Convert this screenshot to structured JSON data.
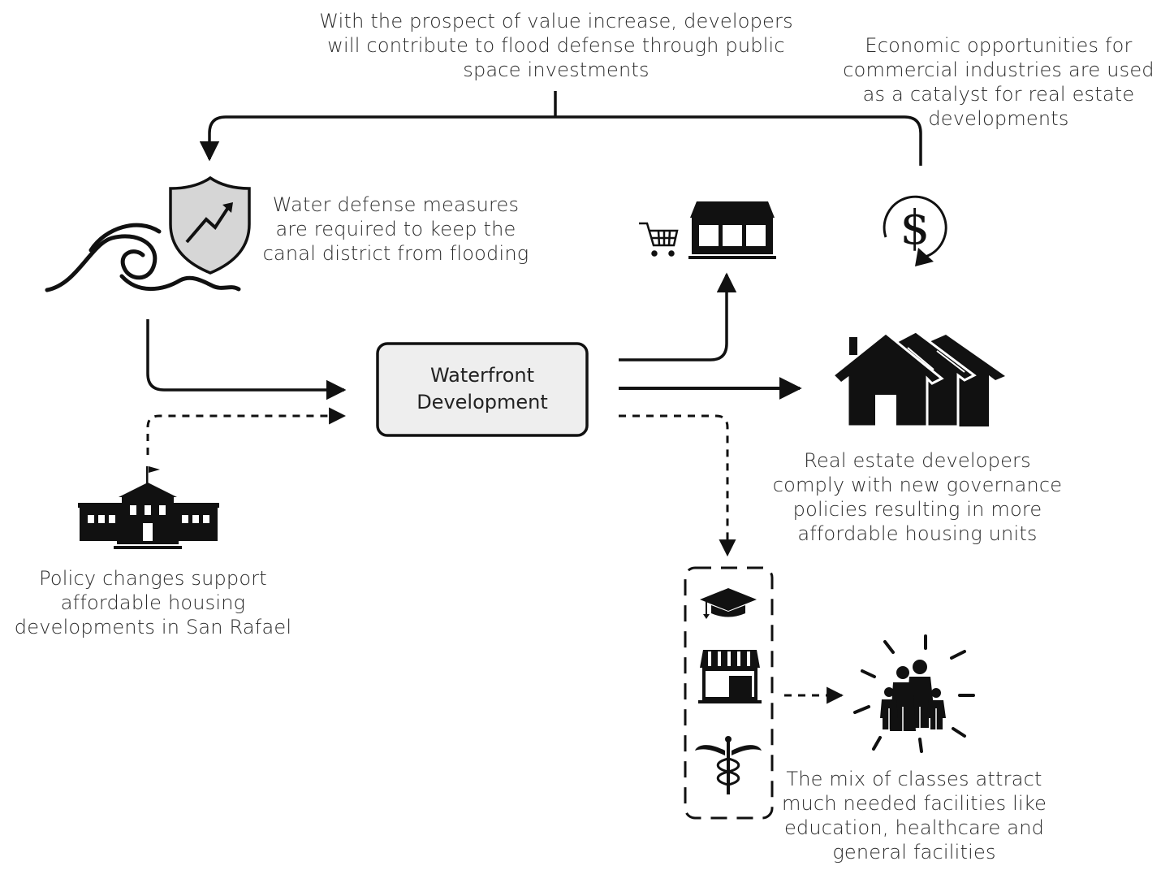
{
  "labels": {
    "top_center": [
      "With the prospect of value increase, developers",
      "will contribute to flood defense through public",
      "space investments"
    ],
    "top_right": [
      "Economic opportunities for",
      "commercial industries are used",
      "as a catalyst for real estate",
      "developments"
    ],
    "water_defense": [
      "Water defense measures",
      "are required to keep the",
      "canal district from flooding"
    ],
    "center_box": [
      "Waterfront",
      "Development"
    ],
    "real_estate": [
      "Real estate developers",
      "comply with new governance",
      "policies resulting in more",
      "affordable housing units"
    ],
    "policy": [
      "Policy changes support",
      "affordable housing",
      "developments in San Rafael"
    ],
    "facilities": [
      "The mix of classes attract",
      "much needed facilities like",
      "education, healthcare and",
      "general facilities"
    ]
  },
  "icons": [
    "wave-icon",
    "shield-growth-icon",
    "shopping-cart-icon",
    "storefront-icon",
    "dollar-cycle-icon",
    "houses-icon",
    "government-building-icon",
    "graduation-cap-icon",
    "market-stall-icon",
    "caduceus-icon",
    "family-icon"
  ],
  "colors": {
    "ink": "#111111",
    "box_fill": "#eeeeee",
    "shield_fill": "#d6d6d6"
  }
}
